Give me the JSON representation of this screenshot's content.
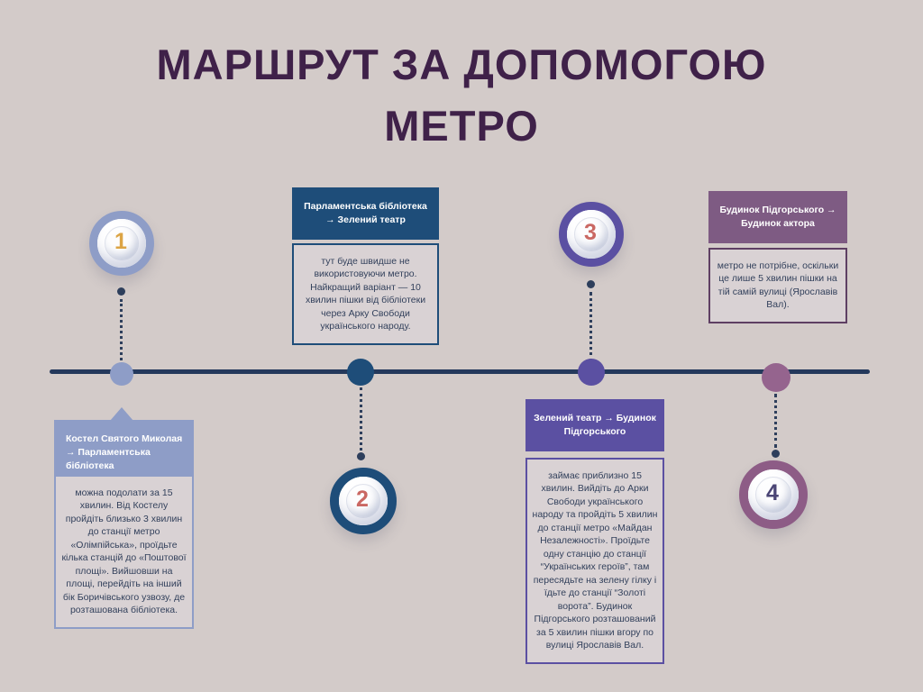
{
  "title": "МАРШРУТ ЗА ДОПОМОГОЮ МЕТРО",
  "colors": {
    "background": "#d3cbc9",
    "title_text": "#3f2149",
    "timeline": "#24395c",
    "connector_dot": "#2e3f5c",
    "body_text": "#33415c",
    "body_box_background": "#d9d2d4",
    "step1_accent": "#8e9dc7",
    "step2_accent": "#1e4d79",
    "step3_accent": "#5b50a2",
    "step4_header": "#7e5b83",
    "step4_ring": "#8d5c86",
    "step4_node": "#95648e",
    "step4_border": "#5e3f63",
    "number1_color": "#dca445",
    "number2_color": "#ca6863",
    "number3_color": "#ca6863",
    "number4_color": "#4b4575"
  },
  "steps": [
    {
      "number": "1",
      "header": "Костел Святого Миколая → Парламентська бібліотека",
      "body": "можна подолати за 15 хвилин. Від Костелу пройдіть близько 3 хвилин до станції метро «Олімпійська», проїдьте кілька станцій до «Поштової площі». Вийшовши на площі, перейдіть на інший бік Боричівського узвозу, де розташована бібліотека."
    },
    {
      "number": "2",
      "header": "Парламентська бібліотека → Зелений театр",
      "body": "тут буде швидше не використовуючи метро. Найкращий варіант — 10 хвилин пішки від бібліотеки через Арку Свободи українського народу."
    },
    {
      "number": "3",
      "header": "Зелений театр → Будинок Підгорського",
      "body": "займає приблизно 15 хвилин. Вийдіть до Арки Свободи українського народу та пройдіть 5 хвилин до станції метро «Майдан Незалежності». Проїдьте одну станцію до станції “Українських героїв”, там пересядьте на зелену гілку і їдьте до станції “Золоті ворота”. Будинок Підгорського розташований за 5 хвилин пішки вгору по вулиці Ярославів Вал."
    },
    {
      "number": "4",
      "header": "Будинок Підгорського → Будинок актора",
      "body": "метро не потрібне, оскільки це лише 5 хвилин пішки на тій самій вулиці (Ярославів Вал)."
    }
  ]
}
